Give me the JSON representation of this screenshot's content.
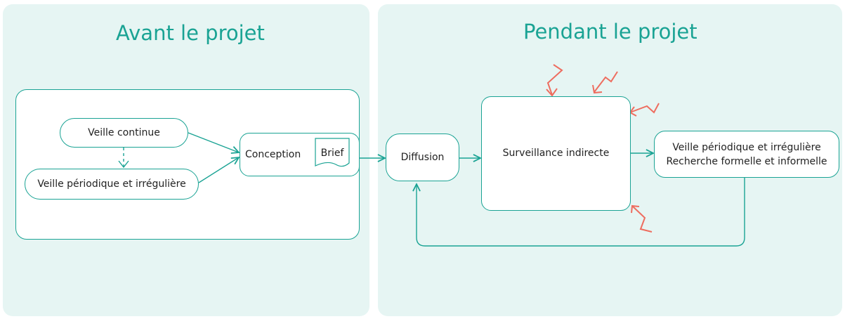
{
  "sections": {
    "before": {
      "title": "Avant le projet"
    },
    "during": {
      "title": "Pendant le projet"
    }
  },
  "nodes": {
    "veille_continue": "Veille continue",
    "veille_periodique_avant": "Veille périodique et irrégulière",
    "conception": "Conception",
    "brief": "Brief",
    "diffusion": "Diffusion",
    "surveillance": "Surveillance indirecte",
    "veille_recherche_line1": "Veille périodique et irrégulière",
    "veille_recherche_line2": "Recherche formelle et informelle"
  },
  "colors": {
    "accent": "#1aa394",
    "panel_bg": "#e6f5f3",
    "zigzag": "#ee6d5f",
    "text": "#222222"
  }
}
